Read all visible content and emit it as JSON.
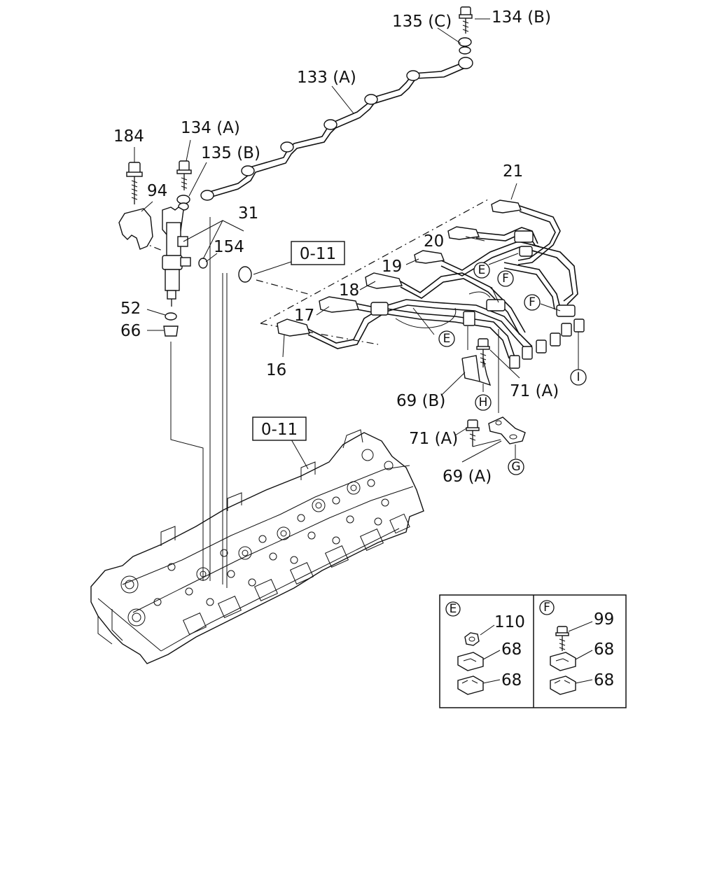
{
  "labels": {
    "p184": "184",
    "p94": "94",
    "p134a": "134 (A)",
    "p135b": "135 (B)",
    "p31": "31",
    "p154": "154",
    "p52": "52",
    "p66": "66",
    "p133a": "133 (A)",
    "p135c": "135 (C)",
    "p134b": "134 (B)",
    "p21": "21",
    "p20": "20",
    "p19": "19",
    "p18": "18",
    "p17": "17",
    "p16": "16",
    "p69b": "69 (B)",
    "p71a_1": "71 (A)",
    "p71a_2": "71 (A)",
    "p69a": "69 (A)",
    "ref1": "0-11",
    "ref2": "0-11"
  },
  "markers": {
    "e1": "E",
    "e2": "E",
    "f1": "F",
    "f2": "F",
    "h": "H",
    "g": "G",
    "i": "I"
  },
  "inset": {
    "left": {
      "marker": "E",
      "labels": [
        "110",
        "68",
        "68"
      ]
    },
    "right": {
      "marker": "F",
      "labels": [
        "99",
        "68",
        "68"
      ]
    }
  }
}
